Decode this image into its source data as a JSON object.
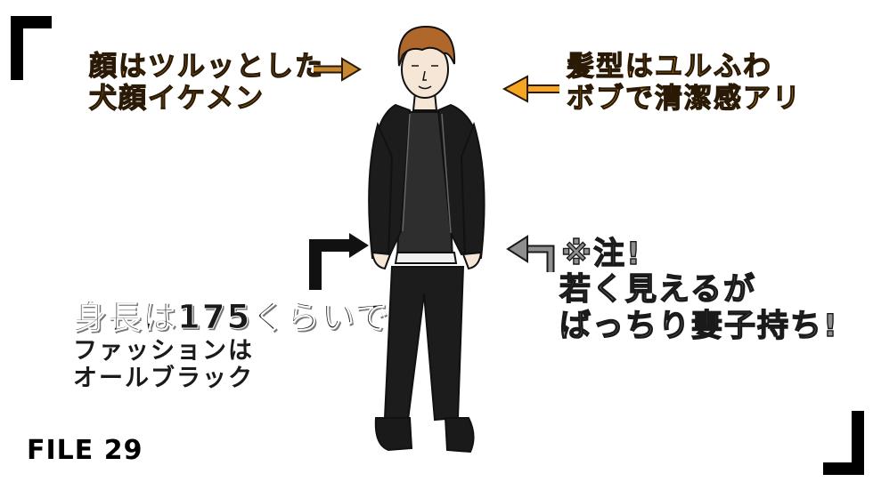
{
  "annotations": {
    "face": {
      "line1": "顔はツルッとした",
      "line2": "犬顔イケメン"
    },
    "hair": {
      "line1": "髪型はユルふわ",
      "line2": "ボブで清潔感アリ"
    },
    "height": {
      "line1": "身長は175くらいで",
      "line2": "ファッションは",
      "line3": "オールブラック"
    },
    "note": {
      "line1": "※注!",
      "line2": "若く見えるが",
      "line3": "ばっちり妻子持ち!"
    }
  },
  "file_label": "FILE 29",
  "colors": {
    "face_text": "#c7882f",
    "hair_text": "#f5a51f",
    "note_text": "#8f8f8f",
    "clothing": "#1c1c1c",
    "hair": "#b0672c",
    "skin": "#f6e6d6"
  }
}
